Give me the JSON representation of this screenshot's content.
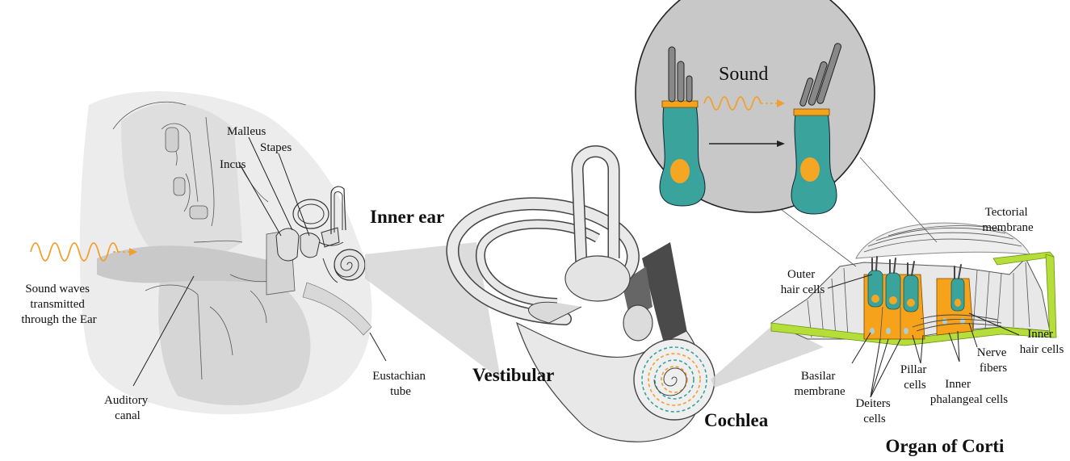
{
  "labels": {
    "sound_waves": [
      "Sound waves",
      "transmitted",
      "through the Ear"
    ],
    "auditory_canal": [
      "Auditory",
      "canal"
    ],
    "malleus": "Malleus",
    "incus": "Incus",
    "stapes": "Stapes",
    "inner_ear": "Inner ear",
    "eustachian_tube": [
      "Eustachian",
      "tube"
    ],
    "vestibular": "Vestibular",
    "cochlea": "Cochlea",
    "sound": "Sound",
    "tectorial_membrane": [
      "Tectorial",
      "membrane"
    ],
    "outer_hair_cells": [
      "Outer",
      "hair cells"
    ],
    "inner_hair_cells": [
      "Inner",
      "hair cells"
    ],
    "nerve_fibers": [
      "Nerve",
      "fibers"
    ],
    "basilar_membrane": [
      "Basilar",
      "membrane"
    ],
    "pillar_cells": [
      "Pillar",
      "cells"
    ],
    "inner_phalangeal_cells": [
      "Inner",
      "phalangeal cells"
    ],
    "deiters_cells": [
      "Deiters",
      "cells"
    ],
    "organ_of_corti": "Organ of Corti"
  },
  "colors": {
    "wave": "#f0a030",
    "hair_cell": "#3aa39b",
    "nucleus": "#f5a623",
    "support_cell": "#f7a21b",
    "basilar": "#b5de3a",
    "gray_light": "#e6e6e6",
    "gray_mid": "#cfcfcf",
    "gray_dark": "#4a4a4a",
    "zoom_circle": "#c8c8c8"
  }
}
